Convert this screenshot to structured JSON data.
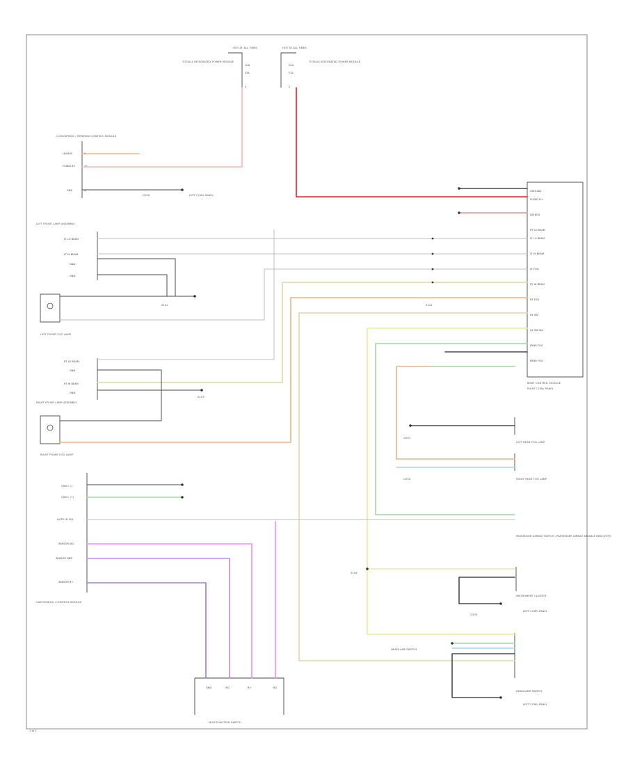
{
  "footer_code": "1 of 1",
  "colors": {
    "red": "#f48a8a",
    "pink": "#ffb4b4",
    "darkred": "#d82424",
    "black": "#4a4a4a",
    "gray": "#bdbdbd",
    "tan": "#e5d6a2",
    "orange": "#f0b27e",
    "yellow": "#ecec9a",
    "green": "#9fd89f",
    "blue": "#a8d0ee",
    "magenta": "#f08ef0",
    "purple": "#9b7be0",
    "violet": "#c08ae8"
  },
  "labels": {
    "hot_at_all_times_1": "HOT AT ALL TIMES",
    "hot_at_all_times_2": "HOT AT ALL TIMES",
    "tipm_1": "TOTALLY INTEGRATED POWER MODULE",
    "tipm_2": "TOTALLY INTEGRATED POWER MODULE",
    "steering_module": "CLOCKSPRING / STEERING CONTROL MODULE",
    "ground_1": "G200",
    "left_panel_1": "LEFT COWL PANEL",
    "left_front_lamp_assy": "LEFT FRONT LAMP ASSEMBLY",
    "left_front_fog_lamp": "LEFT FRONT FOG LAMP",
    "right_front_lamp_assy": "RIGHT FRONT LAMP ASSEMBLY",
    "right_front_fog_lamp": "RIGHT FRONT FOG LAMP",
    "body_control_module": "BODY CONTROL MODULE",
    "bcm_location": "RIGHT COWL PANEL",
    "left_rear_fog_lamp": "LEFT REAR FOG LAMP",
    "right_rear_fog_lamp": "RIGHT REAR FOG LAMP",
    "passenger_airbag_switch": "PASSENGER AIRBAG SWITCH / PASSENGER AIRBAG DISABLE INDICATOR",
    "headlamp_switch_assy": "HEADLAMP SWITCH",
    "headlamp_switch": "HEADLAMP SWITCH",
    "ground_2": "G201",
    "ground_3": "G202",
    "ground_4": "G203",
    "left_panel_2": "LEFT COWL PANEL",
    "left_panel_3": "LEFT COWL PANEL",
    "cab_module": "CAB MODULE / CONTROL MODULE",
    "instrument_cluster": "INSTRUMENT CLUSTER",
    "multifunction_switch": "MULTIFUNCTION SWITCH",
    "splice_1": "S101",
    "splice_2": "S102",
    "splice_3": "S103",
    "splice_4": "S104"
  }
}
